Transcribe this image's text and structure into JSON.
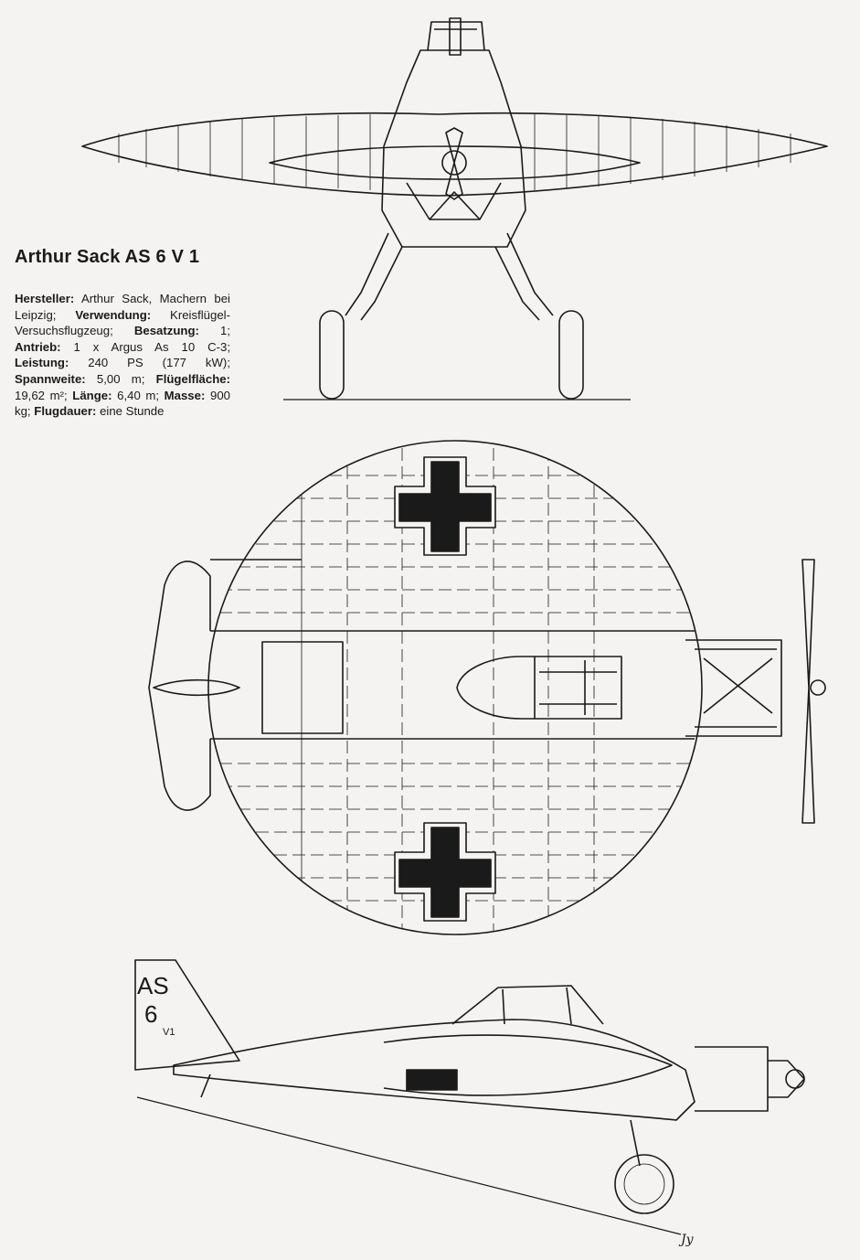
{
  "title": "Arthur Sack AS 6 V 1",
  "specs": [
    {
      "label": "Hersteller:",
      "value": " Arthur Sack, Machern bei Leipzig; "
    },
    {
      "label": "Verwendung:",
      "value": " Kreisflügel-Versuchsflugzeug; "
    },
    {
      "label": "Besatzung:",
      "value": " 1; "
    },
    {
      "label": "Antrieb:",
      "value": " 1 x Argus As 10 C-3; "
    },
    {
      "label": "Leistung:",
      "value": " 240 PS (177 kW); "
    },
    {
      "label": "Spannweite:",
      "value": " 5,00 m; "
    },
    {
      "label": "Flügelfläche:",
      "value": " 19,62 m²; "
    },
    {
      "label": "Länge:",
      "value": " 6,40 m; "
    },
    {
      "label": "Masse:",
      "value": " 900 kg; "
    },
    {
      "label": "Flugdauer:",
      "value": " eine Stunde"
    }
  ],
  "tail_marking": {
    "line1": "AS",
    "line2": "6",
    "line3": "V1"
  },
  "signature": "Jy",
  "colors": {
    "ink": "#1a1a1a",
    "paper": "#f4f3f1"
  }
}
